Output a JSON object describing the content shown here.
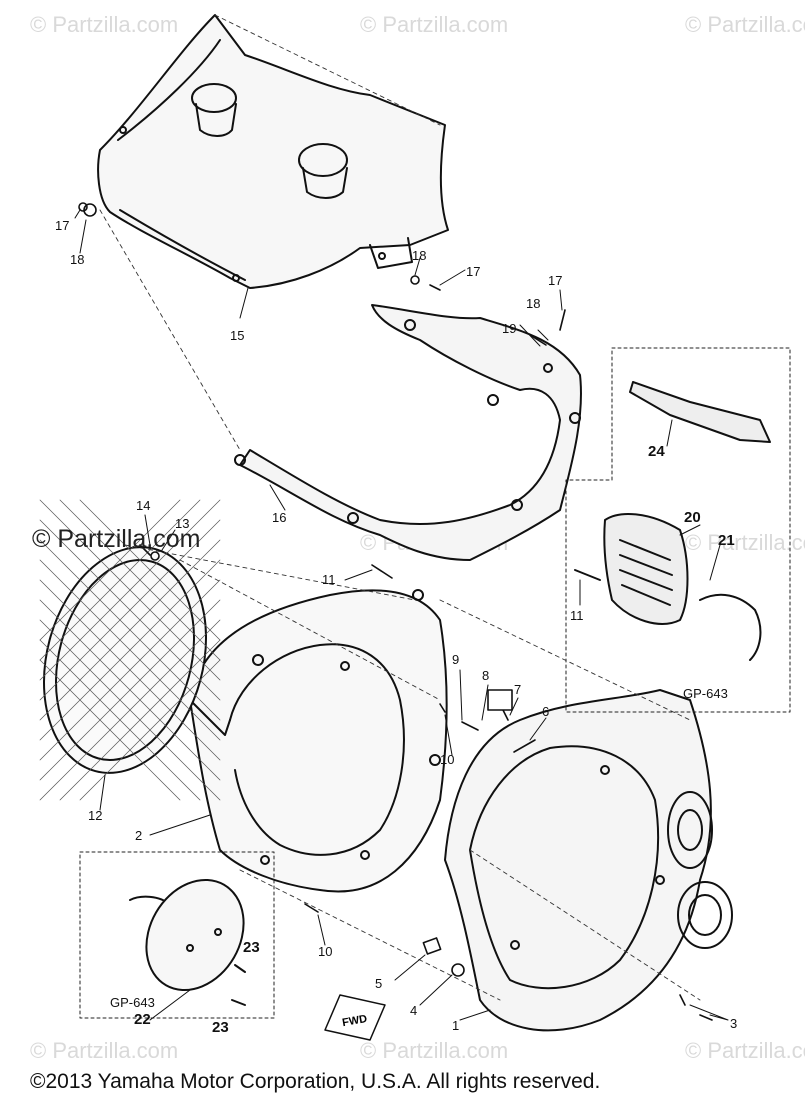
{
  "watermarks": {
    "text": "© Partzilla.com",
    "main": "© Partzilla.com"
  },
  "callouts": {
    "c1": "1",
    "c2": "2",
    "c3": "3",
    "c4": "4",
    "c5": "5",
    "c6": "6",
    "c7": "7",
    "c8": "8",
    "c9": "9",
    "c10a": "10",
    "c10b": "10",
    "c11a": "11",
    "c11b": "11",
    "c12": "12",
    "c13": "13",
    "c14": "14",
    "c15": "15",
    "c16": "16",
    "c17a": "17",
    "c17b": "17",
    "c17c": "17",
    "c18a": "18",
    "c18b": "18",
    "c18c": "18",
    "c19": "19",
    "c20": "20",
    "c21": "21",
    "c22": "22",
    "c23a": "23",
    "c23b": "23",
    "c24": "24"
  },
  "insets": {
    "right_label": "GP-643",
    "left_label": "GP-643"
  },
  "fwd_label": "FWD",
  "copyright": "©2013  Yamaha Motor Corporation, U.S.A. All rights reserved."
}
